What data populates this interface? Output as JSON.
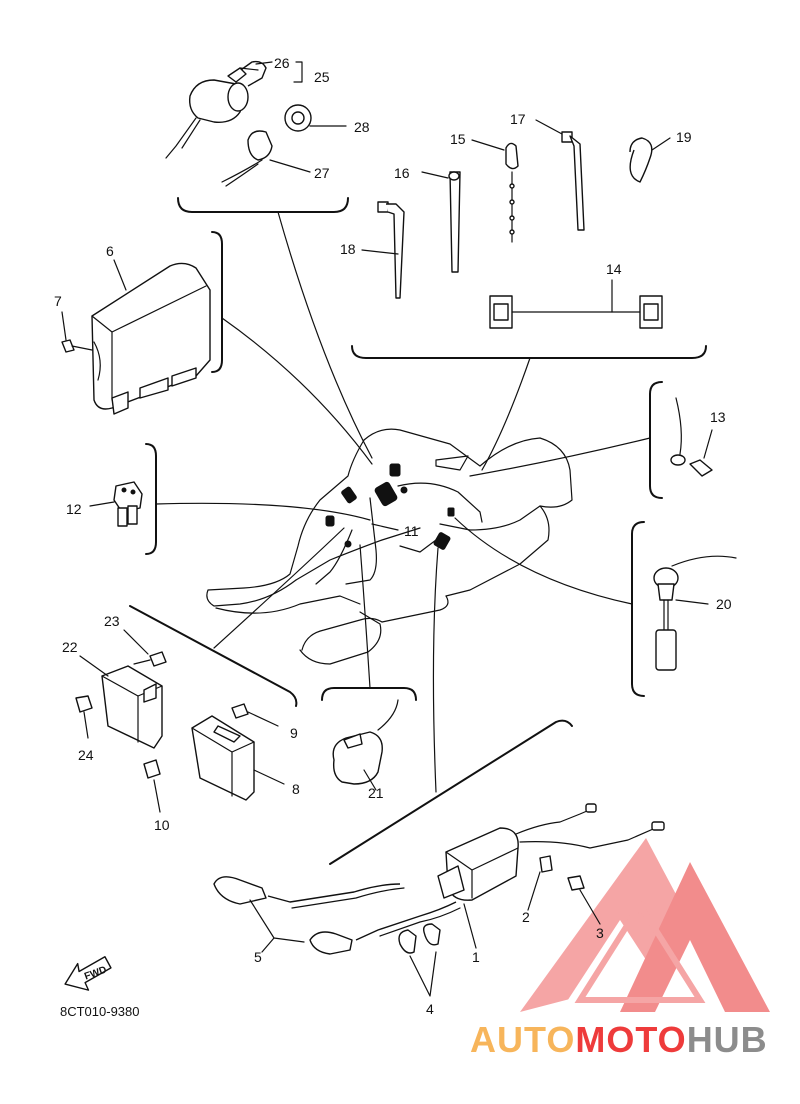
{
  "diagram_code": "8CT010-9380",
  "fwd_label": "FWD",
  "watermark": {
    "auto": "AUTO",
    "moto": "MOTO",
    "hub": "HUB",
    "color_red": "#ee3b3b",
    "color_orange": "#f7b55b",
    "color_grey": "#8c8c8c"
  },
  "callouts": {
    "c1": "1",
    "c2": "2",
    "c3": "3",
    "c4": "4",
    "c5": "5",
    "c6": "6",
    "c7": "7",
    "c8": "8",
    "c9": "9",
    "c10": "10",
    "c11": "11",
    "c12": "12",
    "c13": "13",
    "c14": "14",
    "c15": "15",
    "c16": "16",
    "c17": "17",
    "c18": "18",
    "c19": "19",
    "c20": "20",
    "c21": "21",
    "c22": "22",
    "c23": "23",
    "c24": "24",
    "c25": "25",
    "c26": "26",
    "c27": "27",
    "c28": "28"
  }
}
